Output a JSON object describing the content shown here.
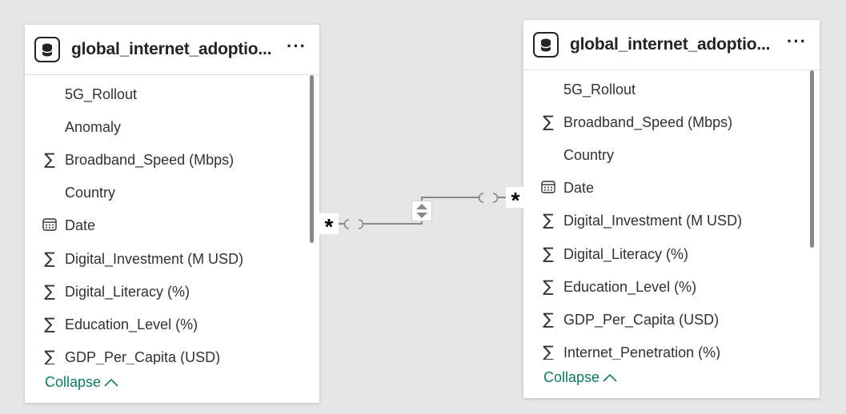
{
  "cards": {
    "left": {
      "title": "global_internet_adoptio...",
      "more": "···",
      "fields": [
        {
          "label": "5G_Rollout",
          "icon": "none"
        },
        {
          "label": "Anomaly",
          "icon": "none"
        },
        {
          "label": "Broadband_Speed (Mbps)",
          "icon": "sigma-icon"
        },
        {
          "label": "Country",
          "icon": "none"
        },
        {
          "label": "Date",
          "icon": "calendar-icon"
        },
        {
          "label": "Digital_Investment (M USD)",
          "icon": "sigma-icon"
        },
        {
          "label": "Digital_Literacy (%)",
          "icon": "sigma-icon"
        },
        {
          "label": "Education_Level (%)",
          "icon": "sigma-icon"
        },
        {
          "label": "GDP_Per_Capita (USD)",
          "icon": "sigma-icon"
        }
      ],
      "collapse": "Collapse"
    },
    "right": {
      "title": "global_internet_adoptio...",
      "more": "···",
      "fields": [
        {
          "label": "5G_Rollout",
          "icon": "none"
        },
        {
          "label": "Broadband_Speed (Mbps)",
          "icon": "sigma-icon"
        },
        {
          "label": "Country",
          "icon": "none"
        },
        {
          "label": "Date",
          "icon": "calendar-icon"
        },
        {
          "label": "Digital_Investment (M USD)",
          "icon": "sigma-icon"
        },
        {
          "label": "Digital_Literacy (%)",
          "icon": "sigma-icon"
        },
        {
          "label": "Education_Level (%)",
          "icon": "sigma-icon"
        },
        {
          "label": "GDP_Per_Capita (USD)",
          "icon": "sigma-icon"
        },
        {
          "label": "Internet_Penetration (%)",
          "icon": "sigma-icon"
        }
      ],
      "collapse": "Collapse"
    }
  },
  "relationship": {
    "left_cardinality": "*",
    "right_cardinality": "*",
    "cross_filter": "both"
  },
  "colors": {
    "canvas": "#e6e6e6",
    "accent": "#117865",
    "line": "#8a8886"
  }
}
